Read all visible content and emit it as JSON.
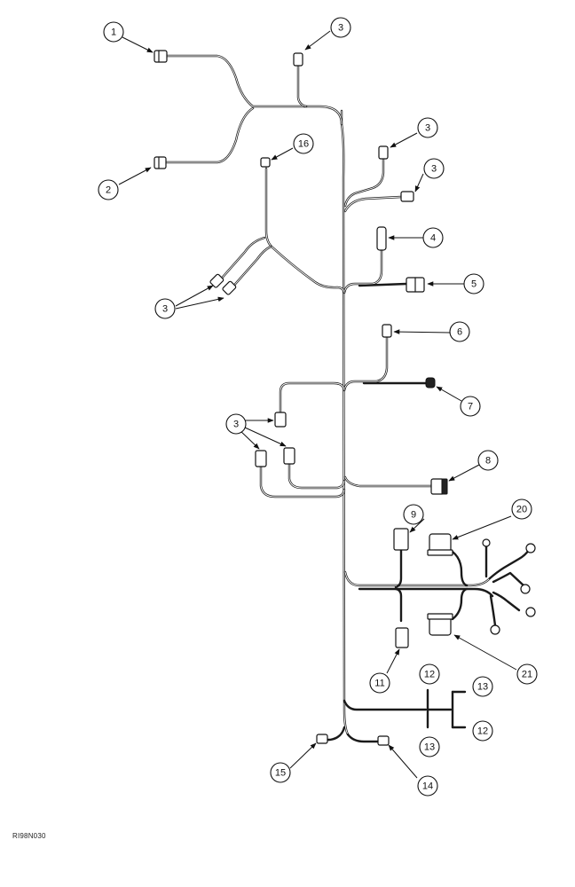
{
  "figure_code": "RI98N030",
  "callouts": [
    "1",
    "2",
    "3",
    "3",
    "3",
    "3",
    "16",
    "3",
    "4",
    "5",
    "6",
    "7",
    "3",
    "8",
    "9",
    "20",
    "21",
    "11",
    "12",
    "13",
    "13",
    "12",
    "15",
    "14"
  ]
}
